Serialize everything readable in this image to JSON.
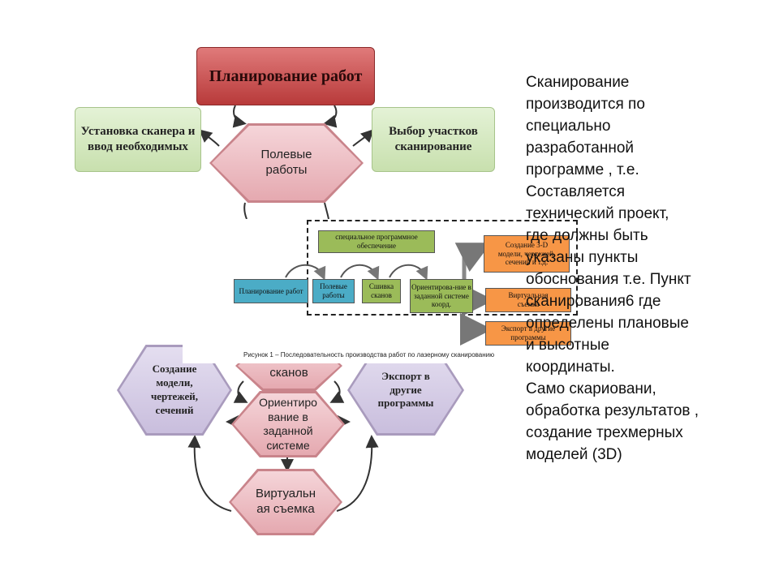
{
  "diagram": {
    "planning": "Планирование работ",
    "install": "Установка сканера и ввод необходимых",
    "choose": "Выбор участков сканирование",
    "field_work": "Полевые работы",
    "scans": "сканов",
    "create_models": "Создание модели, чертежей, сечений",
    "export": "Экспорт в другие программы",
    "orient": "Ориентиро вание в заданной системе",
    "virtual": "Виртуальн ая съемка"
  },
  "inset": {
    "software": "специальное программное обеспечение",
    "planning": "Планирование работ",
    "field": "Полевые работы",
    "stitch": "Сшивка сканов",
    "orient": "Ориентирова-ние в заданной системе коорд.",
    "create": "Создание 3-D модели, чертежей, сечений и т.д.",
    "virtual": "Виртуальная съемка",
    "export": "Экспорт в другие программы",
    "caption": "Рисунок 1 – Последовательность производства работ по лазерному сканированию"
  },
  "side_text": "Сканирование\nпроизводится по\nспециально\nразработанной\nпрограмме , т.е.\nСоставляется\nтехнический проект,\nгде должны быть\nуказаны пункты\nобоснования т.е. Пункт\nсканирования6 где\nопределены  плановые\nи высотные\nкоординаты.\nСамо скариовани,\nобработка результатов ,\nсоздание трехмерных\nмоделей (3D)"
}
